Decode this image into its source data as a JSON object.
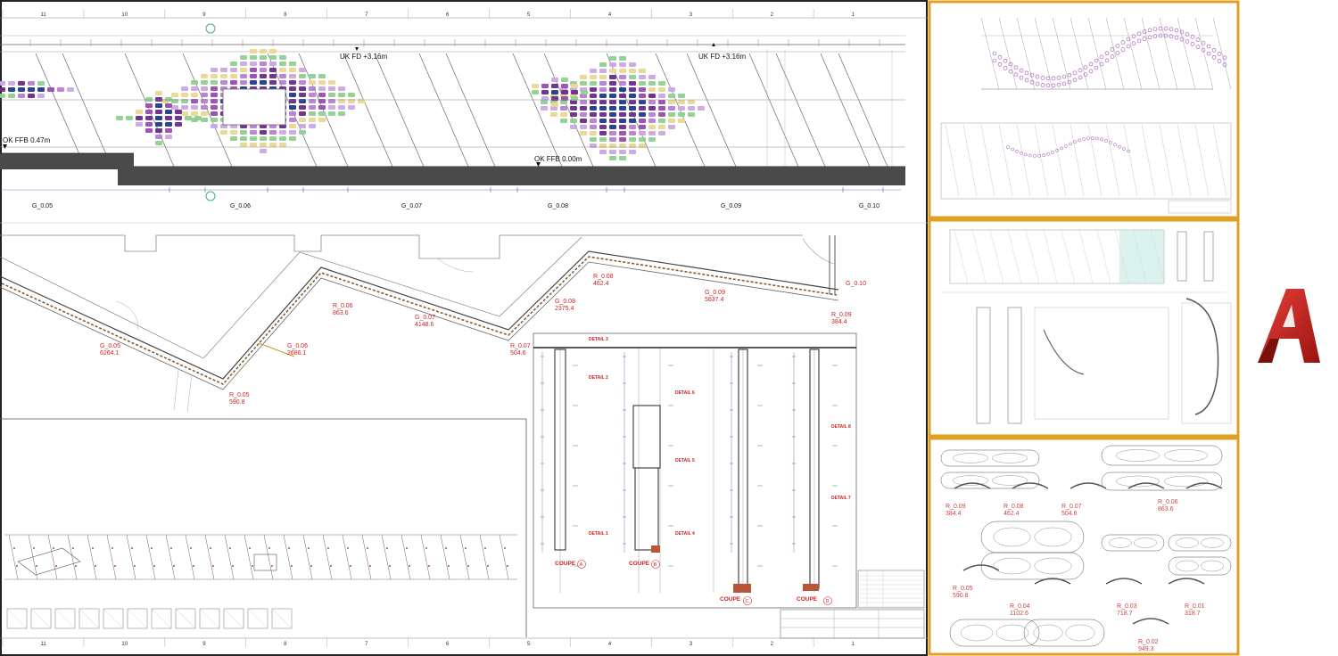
{
  "grid": {
    "columns": [
      "11",
      "10",
      "9",
      "8",
      "7",
      "6",
      "5",
      "4",
      "3",
      "2",
      "1"
    ]
  },
  "elevation": {
    "levels": [
      "UK FD +3.16m",
      "UK FD +3.16m",
      "OK FFB 0.47m",
      "OK FFB 0.00m"
    ],
    "panels": [
      "G_0.05",
      "G_0.06",
      "G_0.07",
      "G_0.08",
      "G_0.09",
      "G_0.10"
    ]
  },
  "plan": {
    "labels": [
      {
        "name": "G_0.05",
        "value": "6264.1"
      },
      {
        "name": "R_0.05",
        "value": "590.8"
      },
      {
        "name": "G_0.06",
        "value": "2686.1"
      },
      {
        "name": "R_0.06",
        "value": "863.6"
      },
      {
        "name": "G_0.07",
        "value": "4148.6"
      },
      {
        "name": "R_0.07",
        "value": "504.6"
      },
      {
        "name": "G_0.08",
        "value": "2375.4"
      },
      {
        "name": "R_0.08",
        "value": "462.4"
      },
      {
        "name": "G_0.09",
        "value": "5837.4"
      },
      {
        "name": "R_0.09",
        "value": "384.4"
      },
      {
        "name": "G_0.10",
        "value": ""
      }
    ]
  },
  "sections": {
    "details": [
      "DETAIL 3",
      "DETAIL 2",
      "DETAIL 1",
      "DETAIL 6",
      "DETAIL 5",
      "DETAIL 4",
      "DETAIL 8",
      "DETAIL 7"
    ],
    "coupes": [
      {
        "label": "COUPE",
        "letter": "A"
      },
      {
        "label": "COUPE",
        "letter": "B"
      },
      {
        "label": "COUPE",
        "letter": "C"
      },
      {
        "label": "COUPE",
        "letter": "D"
      }
    ]
  },
  "sheet_labels": [
    "R_0.09",
    "384.4",
    "R_0.08",
    "462.4",
    "R_0.07",
    "504.6",
    "R_0.06",
    "863.6",
    "R_0.05",
    "590.8",
    "R_0.04",
    "1102.6",
    "R_0.03",
    "718.7",
    "R_0.01",
    "318.7",
    "R_0.02",
    "949.3"
  ],
  "logo": {
    "name": "autocad-logo-icon",
    "letter": "A"
  },
  "colors": {
    "frame": "#e0a020",
    "accent": "#cc2222",
    "purple": "#6a2a8a",
    "blue": "#1e3a8a",
    "wall": "#555555"
  }
}
